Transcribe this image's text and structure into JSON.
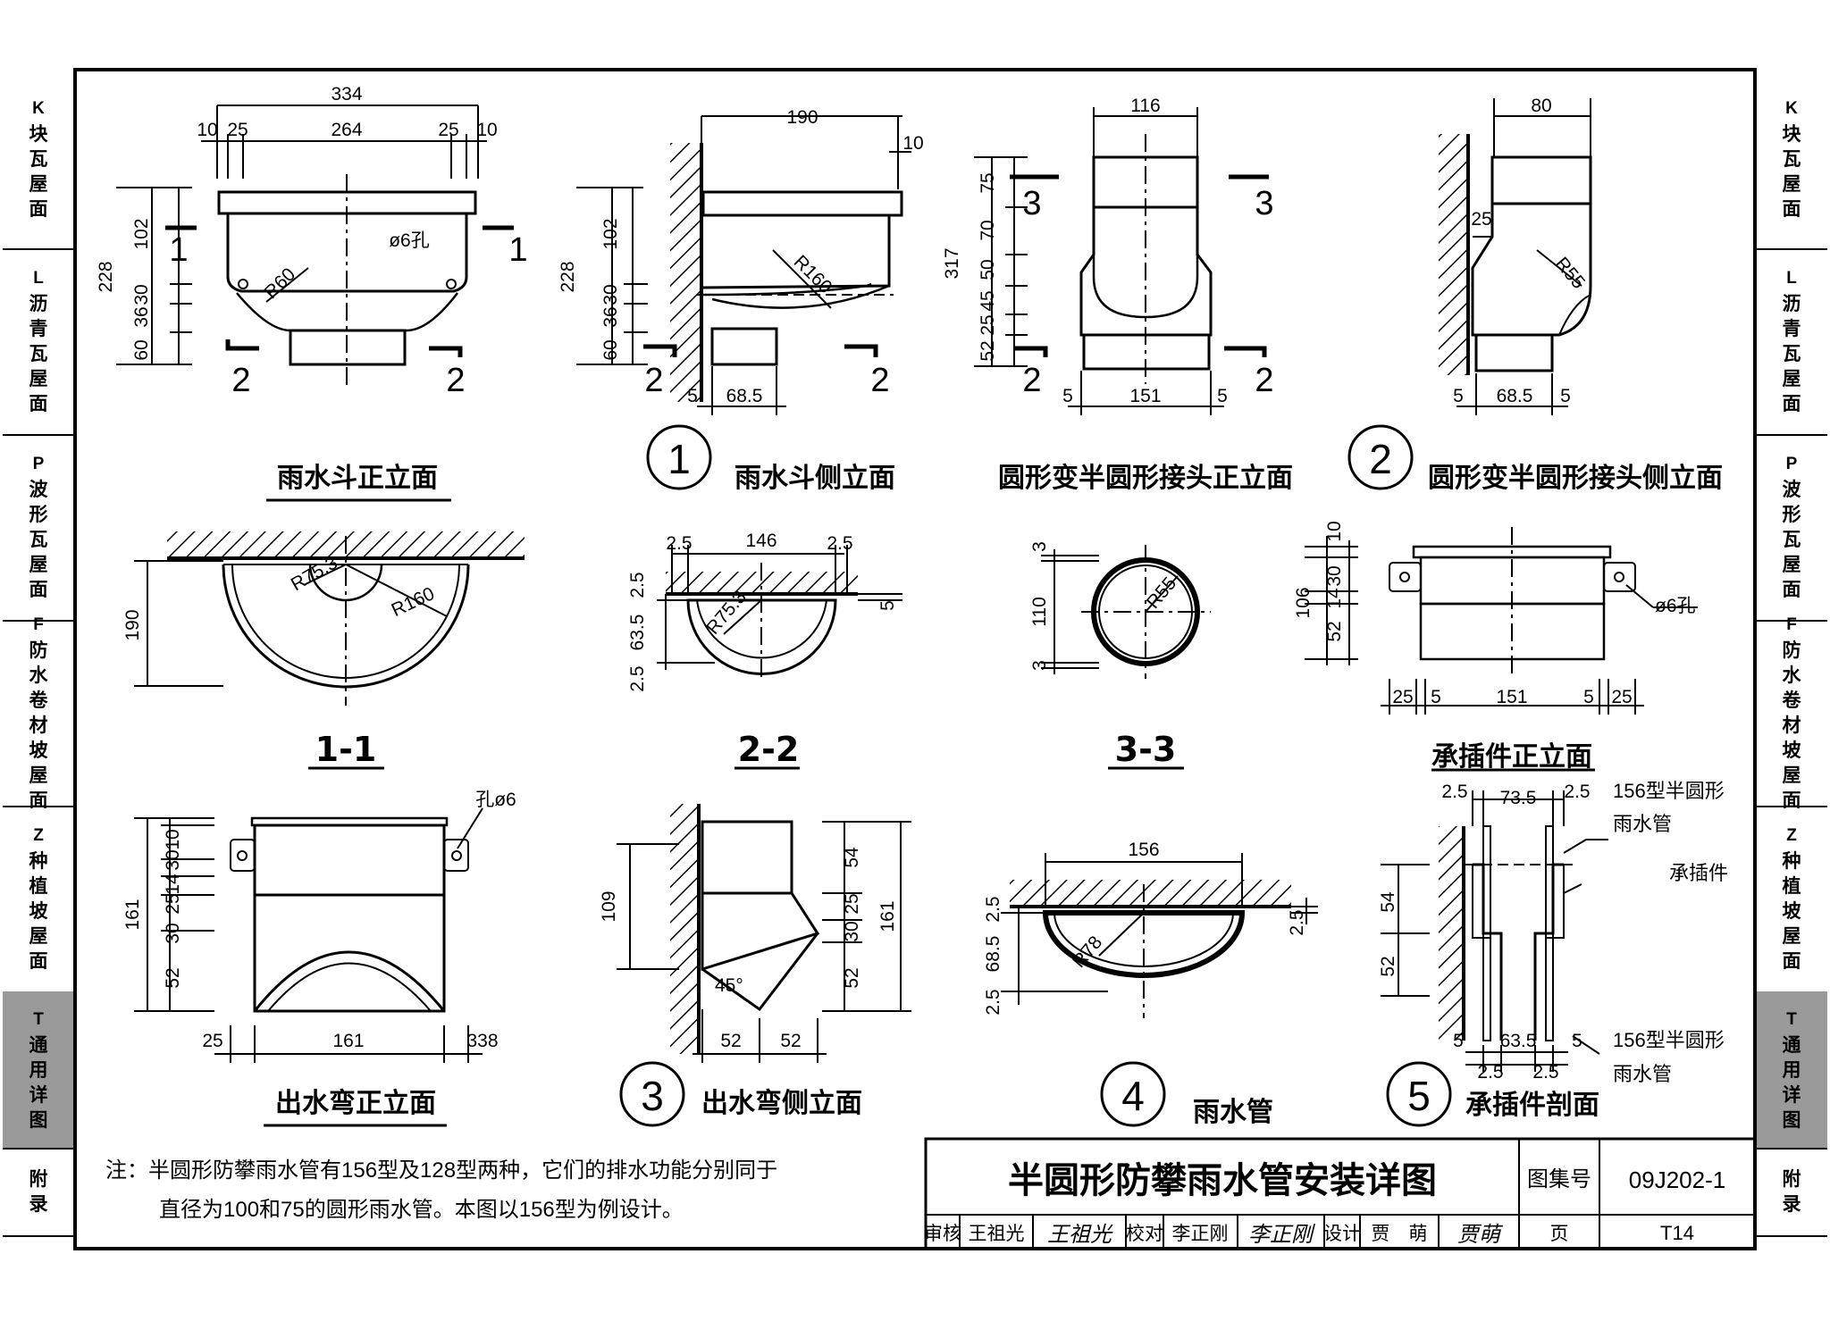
{
  "side_tabs": [
    {
      "code": "K",
      "chars": [
        "块",
        "瓦",
        "屋",
        "面"
      ],
      "active": false
    },
    {
      "code": "L",
      "chars": [
        "沥",
        "青",
        "瓦",
        "屋",
        "面"
      ],
      "active": false
    },
    {
      "code": "P",
      "chars": [
        "波",
        "形",
        "瓦",
        "屋",
        "面"
      ],
      "active": false
    },
    {
      "code": "F",
      "chars": [
        "防",
        "水",
        "卷",
        "材",
        "坡",
        "屋",
        "面"
      ],
      "active": false
    },
    {
      "code": "Z",
      "chars": [
        "种",
        "植",
        "坡",
        "屋",
        "面"
      ],
      "active": false
    },
    {
      "code": "T",
      "chars": [
        "通",
        "用",
        "详",
        "图"
      ],
      "active": true
    },
    {
      "code": "",
      "chars": [
        "附",
        "录"
      ],
      "active": false
    }
  ],
  "views": {
    "v1_title": "雨水斗正立面",
    "v2_num": "1",
    "v2_title": "雨水斗侧立面",
    "v3_title": "圆形变半圆形接头正立面",
    "v4_num": "2",
    "v4_title": "圆形变半圆形接头侧立面",
    "s11": "1-1",
    "s22": "2-2",
    "s33": "3-3",
    "v8_title": "承插件正立面",
    "v9_title": "出水弯正立面",
    "v10_num": "3",
    "v10_title": "出水弯侧立面",
    "v11_num": "4",
    "v11_title": "雨水管",
    "v12_num": "5",
    "v12_title": "承插件剖面"
  },
  "dims": {
    "v1": {
      "w334": "334",
      "d10a": "10",
      "d25a": "25",
      "d264": "264",
      "d25b": "25",
      "d10b": "10",
      "h228": "228",
      "h102": "102",
      "h36": "36",
      "h30": "30",
      "h60": "60",
      "r60": "R60",
      "hole": "ø6孔",
      "cut1": "1",
      "cut2": "2"
    },
    "v2": {
      "w190": "190",
      "d10": "10",
      "h228": "228",
      "h102": "102",
      "h36": "36",
      "h30": "30",
      "h60": "60",
      "r160": "R160",
      "d5": "5",
      "d685": "68.5",
      "cut2": "2"
    },
    "v3": {
      "w116": "116",
      "h317": "317",
      "h75": "75",
      "h70": "70",
      "h50": "50",
      "h45": "45",
      "h25": "25",
      "h52": "52",
      "w151": "151",
      "d5a": "5",
      "d5b": "5",
      "cut3": "3",
      "cut2": "2"
    },
    "v4": {
      "w80": "80",
      "d25": "25",
      "r55": "R55",
      "d5a": "5",
      "d685": "68.5",
      "d5b": "5"
    },
    "s11": {
      "h190": "190",
      "r753": "R75.3",
      "r160": "R160"
    },
    "s22": {
      "d25a": "2.5",
      "w146": "146",
      "d25b": "2.5",
      "h25": "2.5",
      "h635": "63.5",
      "h25b": "2.5",
      "r75": "R75.3",
      "d5": "5"
    },
    "s33": {
      "h3a": "3",
      "h110": "110",
      "h3b": "3",
      "r55": "R55"
    },
    "v8": {
      "h10": "10",
      "h30": "30",
      "h14": "14",
      "h106": "106",
      "h52": "52",
      "w25a": "25",
      "w5a": "5",
      "w151": "151",
      "w5b": "5",
      "w25b": "25",
      "hole": "ø6孔"
    },
    "v9": {
      "hole": "孔ø6",
      "h161": "161",
      "h10": "10",
      "h30": "30",
      "h14": "14",
      "h25": "25",
      "h30b": "30",
      "h52": "52",
      "w25": "25",
      "w161": "161",
      "w338": "338"
    },
    "v10": {
      "h109": "109",
      "h54": "54",
      "h25": "25",
      "h30": "30",
      "h52": "52",
      "h161": "161",
      "ang": "45°",
      "w52a": "52",
      "w52b": "52"
    },
    "v11": {
      "w156": "156",
      "h25a": "2.5",
      "h685": "68.5",
      "h25b": "2.5",
      "r78": "R78",
      "d25": "2.5"
    },
    "v12": {
      "w25a": "2.5",
      "w735": "73.5",
      "w25b": "2.5",
      "h54": "54",
      "h52": "52",
      "d5a": "5",
      "w635": "63.5",
      "d5b": "5",
      "w25c": "2.5",
      "w25d": "2.5",
      "lbl_top1": "156型半圆形",
      "lbl_top2": "雨水管",
      "lbl_mid": "承插件",
      "lbl_bot1": "156型半圆形",
      "lbl_bot2": "雨水管"
    }
  },
  "note": {
    "line1": "注：半圆形防攀雨水管有156型及128型两种，它们的排水功能分别同于",
    "line2": "直径为100和75的圆形雨水管。本图以156型为例设计。"
  },
  "title_block": {
    "title": "半圆形防攀雨水管安装详图",
    "atlas_label": "图集号",
    "atlas_no": "09J202-1",
    "review_label": "审核",
    "reviewer": "王祖光",
    "reviewer_sig": "王祖光",
    "check_label": "校对",
    "checker": "李正刚",
    "checker_sig": "李正刚",
    "design_label": "设计",
    "designer": "贾　萌",
    "designer_sig": "贾萌",
    "page_label": "页",
    "page_no": "T14"
  }
}
